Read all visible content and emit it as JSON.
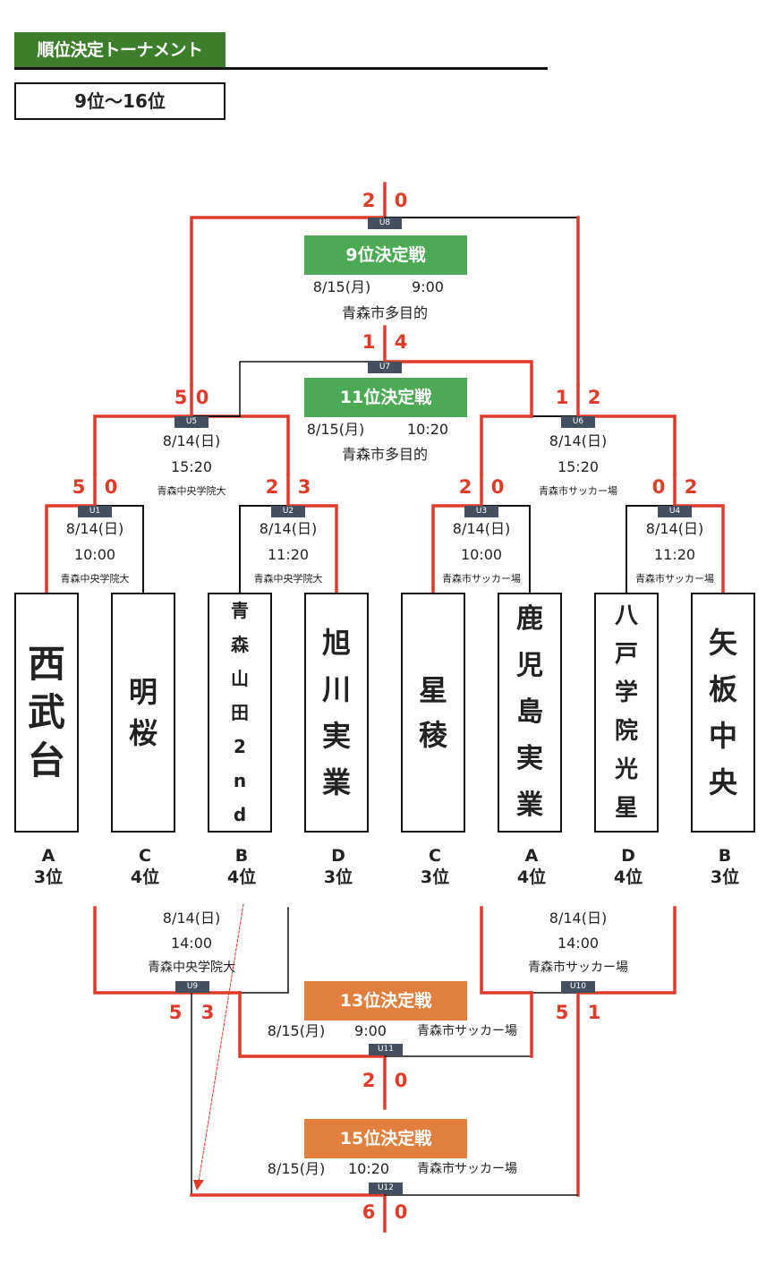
{
  "header": {
    "title": "順位決定トーナメント",
    "range": "9位～16位"
  },
  "colors": {
    "header_green": "#3d7e2a",
    "final_green": "#4caa56",
    "final_orange": "#e07f3e",
    "win_line_red": "#e03a2b",
    "badge_slate": "#44505f"
  },
  "teams": [
    {
      "name": "西武台",
      "group": "A",
      "rank": "3位"
    },
    {
      "name": "明桜",
      "group": "C",
      "rank": "4位"
    },
    {
      "name": "青森山田2nd",
      "group": "B",
      "rank": "4位"
    },
    {
      "name": "旭川実業",
      "group": "D",
      "rank": "3位"
    },
    {
      "name": "星稜",
      "group": "C",
      "rank": "3位"
    },
    {
      "name": "鹿児島実業",
      "group": "A",
      "rank": "4位"
    },
    {
      "name": "八戸学院光星",
      "group": "D",
      "rank": "4位"
    },
    {
      "name": "矢板中央",
      "group": "B",
      "rank": "3位"
    }
  ],
  "matches": {
    "U1": {
      "id": "U1",
      "date": "8/14(日)",
      "time": "10:00",
      "venue": "青森中央学院大",
      "score_left": "5",
      "score_right": "0"
    },
    "U2": {
      "id": "U2",
      "date": "8/14(日)",
      "time": "11:20",
      "venue": "青森中央学院大",
      "score_left": "2",
      "score_right": "3"
    },
    "U3": {
      "id": "U3",
      "date": "8/14(日)",
      "time": "10:00",
      "venue": "青森市サッカー場",
      "score_left": "2",
      "score_right": "0"
    },
    "U4": {
      "id": "U4",
      "date": "8/14(日)",
      "time": "11:20",
      "venue": "青森市サッカー場",
      "score_left": "0",
      "score_right": "2"
    },
    "U5": {
      "id": "U5",
      "date": "8/14(日)",
      "time": "15:20",
      "venue": "青森中央学院大",
      "score_left": "5",
      "score_right": "0"
    },
    "U6": {
      "id": "U6",
      "date": "8/14(日)",
      "time": "15:20",
      "venue": "青森市サッカー場",
      "score_left": "1",
      "score_right": "2"
    },
    "U7": {
      "id": "U7",
      "title": "11位決定戦",
      "date": "8/15(月)",
      "time": "10:20",
      "venue": "青森市多目的",
      "score_left": "1",
      "score_right": "4"
    },
    "U8": {
      "id": "U8",
      "title": "9位決定戦",
      "date": "8/15(月)",
      "time": "9:00",
      "venue": "青森市多目的",
      "score_left": "2",
      "score_right": "0"
    },
    "U9": {
      "id": "U9",
      "date": "8/14(日)",
      "time": "14:00",
      "venue": "青森中央学院大",
      "score_left": "5",
      "score_right": "3"
    },
    "U10": {
      "id": "U10",
      "date": "8/14(日)",
      "time": "14:00",
      "venue": "青森市サッカー場",
      "score_left": "5",
      "score_right": "1"
    },
    "U11": {
      "id": "U11",
      "title": "13位決定戦",
      "date": "8/15(月)",
      "time": "9:00",
      "venue": "青森市サッカー場",
      "score_left": "2",
      "score_right": "0"
    },
    "U12": {
      "id": "U12",
      "title": "15位決定戦",
      "date": "8/15(月)",
      "time": "10:20",
      "venue": "青森市サッカー場",
      "score_left": "6",
      "score_right": "0"
    }
  }
}
